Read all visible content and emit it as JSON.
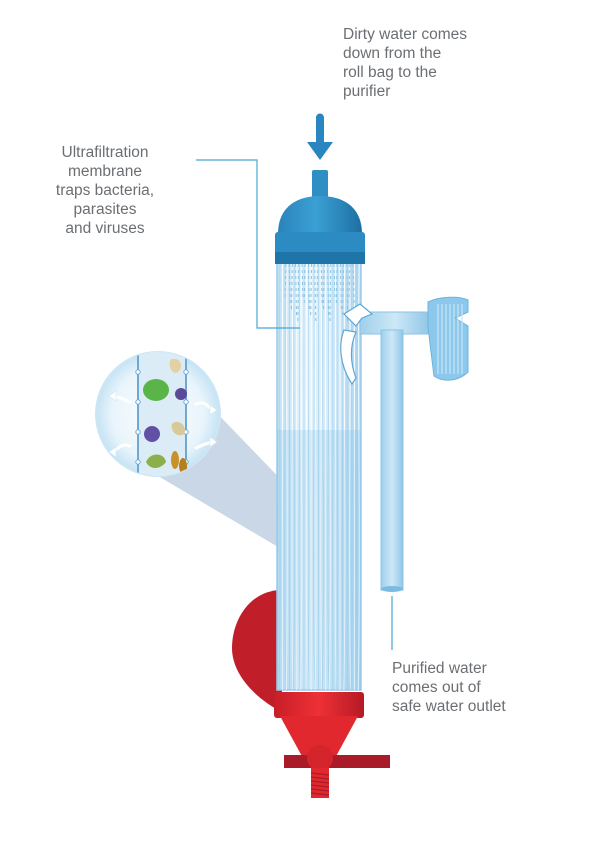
{
  "labels": {
    "dirty_water": "Dirty water comes\ndown from the\nroll bag to the\npurifier",
    "membrane": "Ultrafiltration\nmembrane\ntraps bacteria,\nparasites\nand viruses",
    "purified": "Purified water\ncomes out of\nsafe water outlet"
  },
  "colors": {
    "tube_blue": "#cfe8f7",
    "cap_blue": "#2f8fc4",
    "cap_dark": "#1f74a8",
    "arrow_blue": "#2a86c0",
    "outlet_blue": "#a9d6ef",
    "red": "#e0282e",
    "dark_red": "#b01d2a",
    "leader_line": "#4aa6d6",
    "text_gray": "#6b6f73"
  }
}
